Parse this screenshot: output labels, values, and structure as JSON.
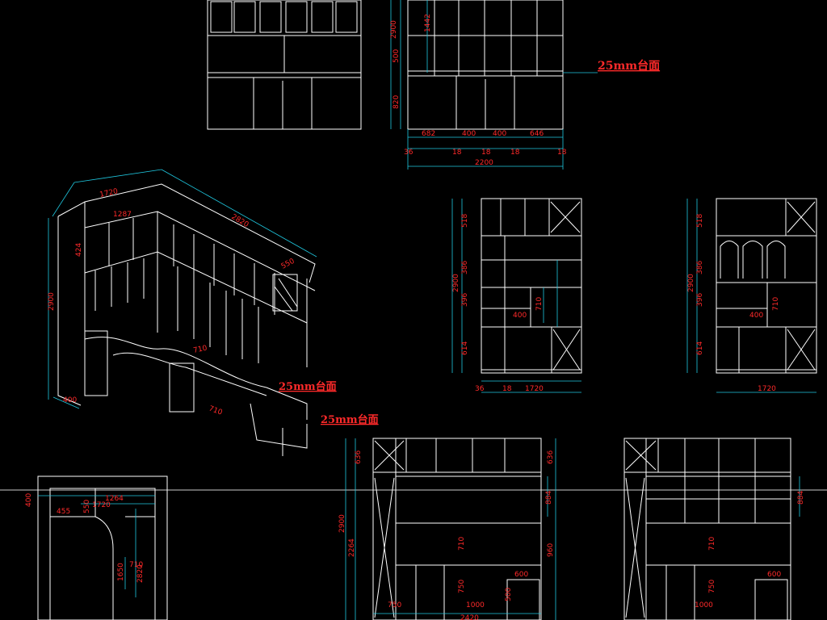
{
  "colors": {
    "background": "#000000",
    "linework": "#ffffff",
    "dimension_lines": "#1fc8e0",
    "dimension_text": "#ff2a2a"
  },
  "front_elevation_top": {
    "heights": [
      "2900",
      "1442",
      "500",
      "820"
    ],
    "widths": [
      "682",
      "400",
      "400",
      "646"
    ],
    "gaps": [
      "36",
      "18",
      "18",
      "18",
      "18"
    ],
    "total": "2200",
    "note": "25mm台面"
  },
  "isometric": {
    "dims": [
      "1720",
      "1287",
      "2820",
      "424",
      "2900",
      "550",
      "710",
      "710",
      "400"
    ],
    "note1": "25mm台面",
    "note2": "25mm台面"
  },
  "side_elevation_a": {
    "heights": [
      "2900",
      "518",
      "386",
      "396",
      "614",
      "710",
      "400"
    ],
    "widths": [
      "36",
      "18",
      "1720"
    ]
  },
  "side_elevation_b": {
    "heights": [
      "2900",
      "518",
      "386",
      "396",
      "614",
      "710",
      "400"
    ],
    "width": "1720"
  },
  "plan": {
    "dims": [
      "400",
      "1264",
      "1720",
      "455",
      "550",
      "710",
      "1650",
      "2820"
    ]
  },
  "front_elevation_bottom_a": {
    "dims": [
      "636",
      "2900",
      "2264",
      "636",
      "884",
      "710",
      "960",
      "750",
      "500",
      "600",
      "1000",
      "750",
      "2420"
    ]
  },
  "front_elevation_bottom_b": {
    "dims": [
      "884",
      "710",
      "750",
      "600",
      "1000"
    ]
  }
}
